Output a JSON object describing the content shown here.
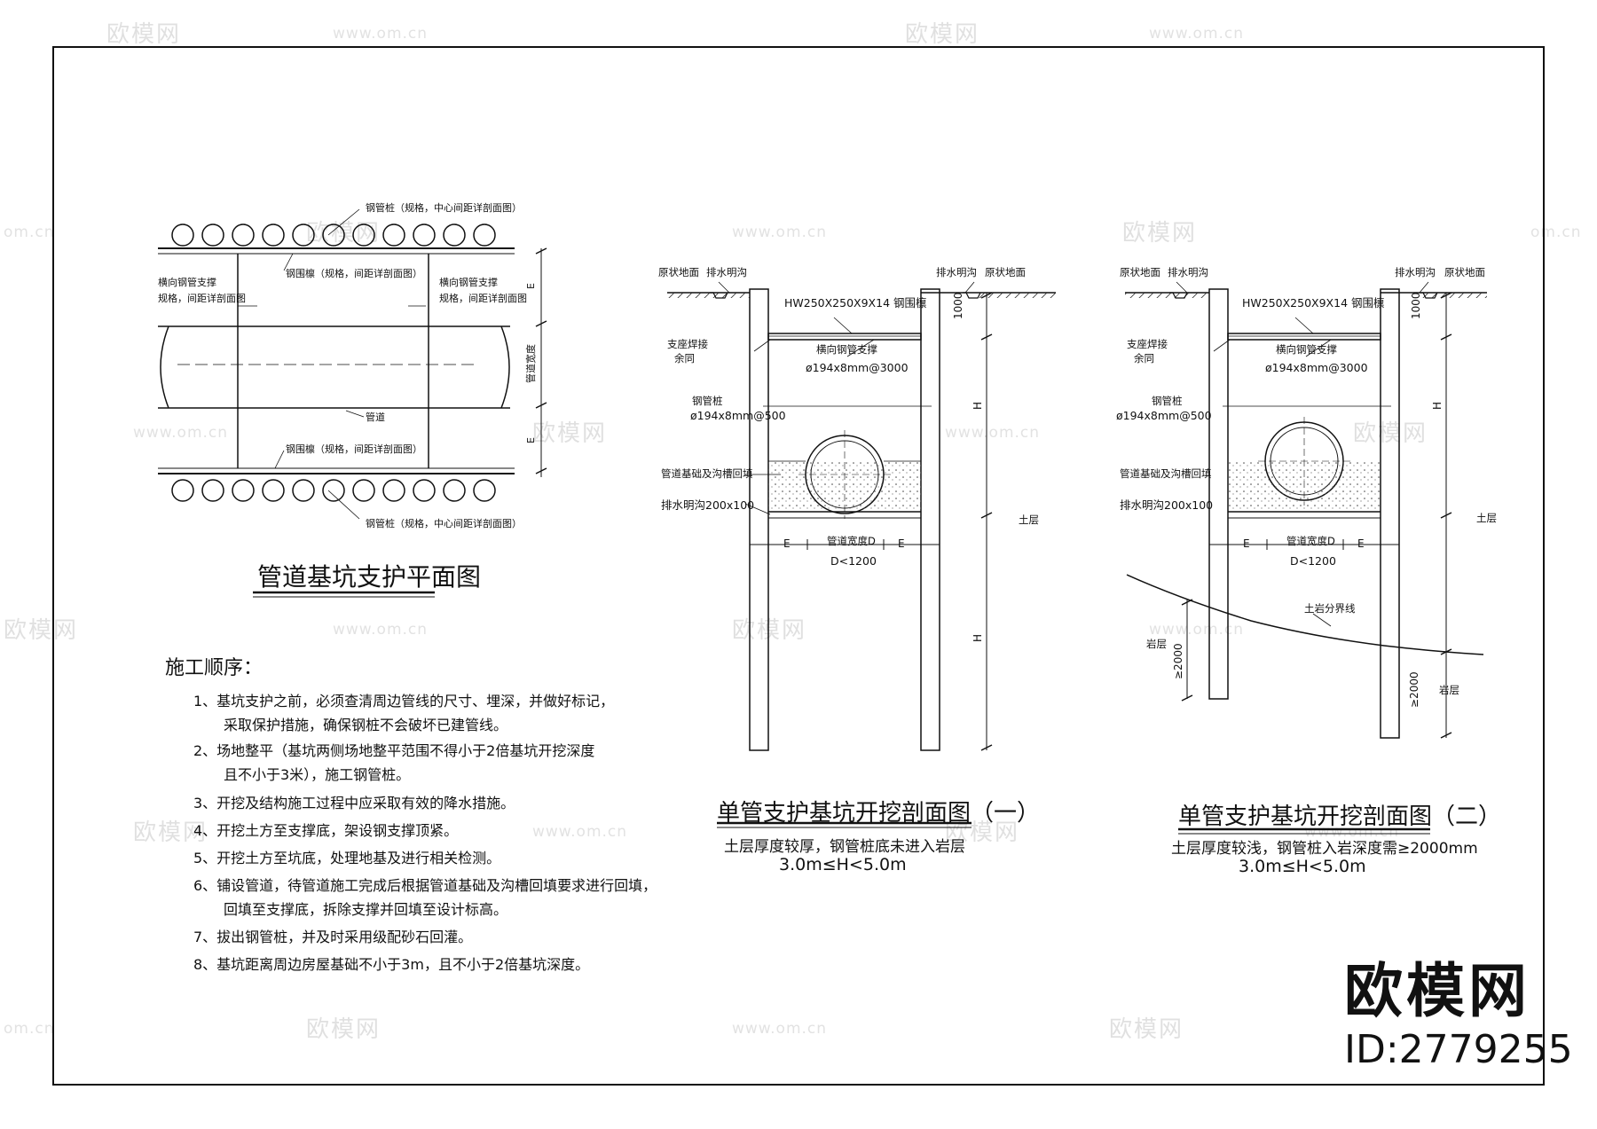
{
  "watermarks": {
    "brand": "欧模网",
    "url": "www.om.cn",
    "url_short": "om.cn"
  },
  "plan": {
    "title": "管道基坑支护平面图",
    "label_pile_top": "钢管桩（规格，中心间距详剖面图）",
    "label_pile_bottom": "钢管桩（规格，中心间距详剖面图）",
    "label_waling_top": "钢围檩（规格，间距详剖面图）",
    "label_waling_bottom": "钢围檩（规格，间距详剖面图）",
    "label_strut_left_1": "横向钢管支撑",
    "label_strut_left_2": "规格，间距详剖面图",
    "label_strut_right_1": "横向钢管支撑",
    "label_strut_right_2": "规格，间距详剖面图",
    "label_pipe": "管道",
    "dim_E": "E",
    "dim_width": "管道宽度",
    "dim_E2": "E"
  },
  "notes": {
    "title": "施工顺序：",
    "items": [
      "1、基坑支护之前，必须查清周边管线的尺寸、埋深，并做好标记，",
      "采取保护措施，确保钢桩不会破坏已建管线。",
      "2、场地整平（基坑两侧场地整平范围不得小于2倍基坑开挖深度",
      "且不小于3米），施工钢管桩。",
      "3、开挖及结构施工过程中应采取有效的降水措施。",
      "4、开挖土方至支撑底，架设钢支撑顶紧。",
      "5、开挖土方至坑底，处理地基及进行相关检测。",
      "6、铺设管道，待管道施工完成后根据管道基础及沟槽回填要求进行回填，",
      "回填至支撑底，拆除支撑并回填至设计标高。",
      "7、拔出钢管桩，并及时采用级配砂石回灌。",
      "8、基坑距离周边房屋基础不小于3m，且不小于2倍基坑深度。"
    ]
  },
  "section1": {
    "title": "单管支护基坑开挖剖面图（一）",
    "subtitle": "土层厚度较厚，钢管桩底未进入岩层",
    "range": "3.0m≤H<5.0m",
    "ground_left": "原状地面",
    "drain_left": "排水明沟",
    "drain_right": "排水明沟",
    "ground_right": "原状地面",
    "waling": "HW250X250X9X14 钢围檩",
    "support_weld": "支座焊接",
    "same": "余同",
    "strut": "横向钢管支撑",
    "strut_spec": "ø194x8mm@3000",
    "pile": "钢管桩",
    "pile_spec": "ø194x8mm@500",
    "backfill": "管道基础及沟槽回填",
    "ditch": "排水明沟200x100",
    "dim_1000": "1000",
    "dim_H1": "H",
    "dim_H2": "H",
    "soil": "土层",
    "dim_E_left": "E",
    "dim_width": "管道宽度D",
    "dim_E_right": "E",
    "dim_D": "D<1200"
  },
  "section2": {
    "title": "单管支护基坑开挖剖面图（二）",
    "subtitle": "土层厚度较浅，钢管桩入岩深度需≥2000mm",
    "range": "3.0m≤H<5.0m",
    "ground_left": "原状地面",
    "drain_left": "排水明沟",
    "drain_right": "排水明沟",
    "ground_right": "原状地面",
    "waling": "HW250X250X9X14 钢围檩",
    "support_weld": "支座焊接",
    "same": "余同",
    "strut": "横向钢管支撑",
    "strut_spec": "ø194x8mm@3000",
    "pile": "钢管桩",
    "pile_spec": "ø194x8mm@500",
    "backfill": "管道基础及沟槽回填",
    "ditch": "排水明沟200x100",
    "dim_1000": "1000",
    "dim_H": "H",
    "soil": "土层",
    "dim_E_left": "E",
    "dim_width": "管道宽度D",
    "dim_E_right": "E",
    "dim_D": "D<1200",
    "rock_boundary": "土岩分界线",
    "rock_left": "岩层",
    "rock_right": "岩层",
    "dim_2000_left": "≥2000",
    "dim_2000_right": "≥2000"
  },
  "brand": {
    "logo": "欧模网",
    "id": "ID:2779255"
  }
}
